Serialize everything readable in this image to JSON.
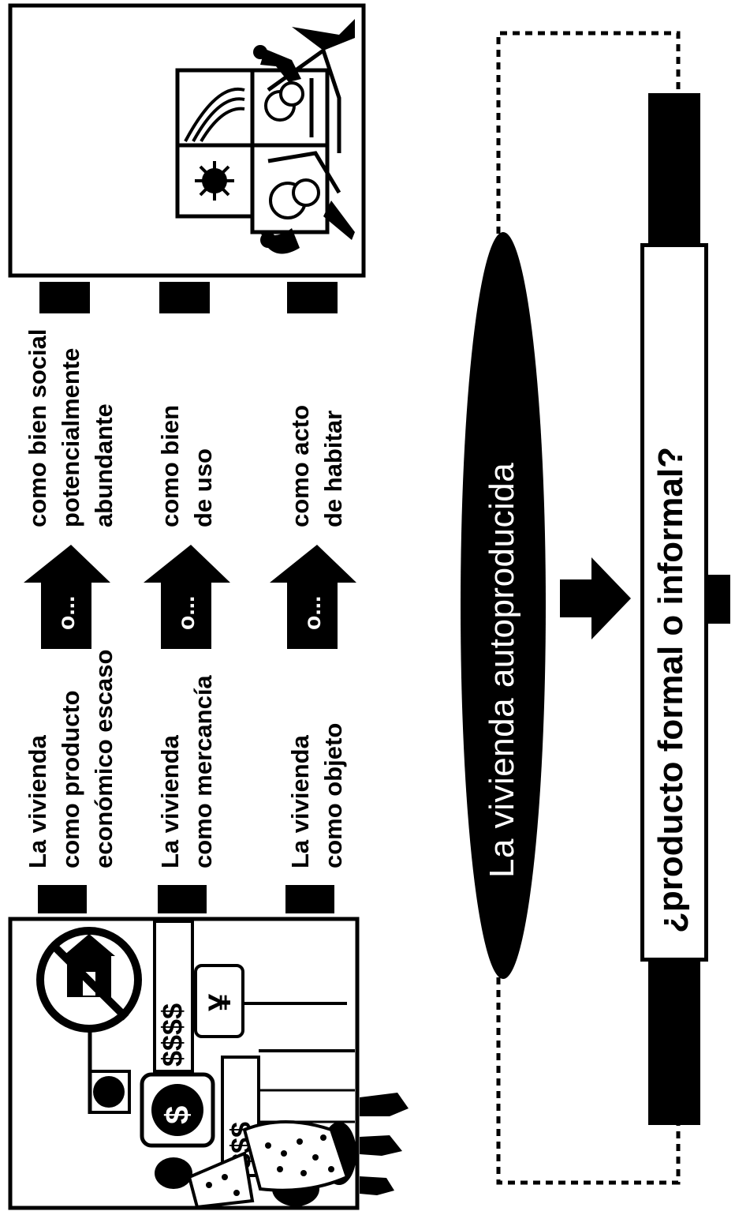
{
  "rows": [
    {
      "left_lines": [
        "La vivienda",
        "como producto",
        "económico escaso"
      ],
      "right_lines": [
        "como bien social",
        "potencialmente",
        "abundante"
      ],
      "arrow_text": "o..."
    },
    {
      "left_lines": [
        "La vivienda",
        "como mercancía"
      ],
      "right_lines": [
        "como bien",
        "de uso"
      ],
      "arrow_text": "o..."
    },
    {
      "left_lines": [
        "La vivienda",
        "como objeto"
      ],
      "right_lines": [
        "como acto",
        "de habitar"
      ],
      "arrow_text": "o..."
    }
  ],
  "central_label": "La vivienda autoproducida",
  "question_label": "¿producto formal o informal?",
  "left_illustration_signs": [
    "$$$$",
    "¥",
    "$$$",
    "$"
  ],
  "icons": {
    "money-crowd-illustration": "people queuing beside currency signs and crossed-out house sign",
    "family-building-illustration": "people building a house with window panels showing sun and landscape"
  }
}
